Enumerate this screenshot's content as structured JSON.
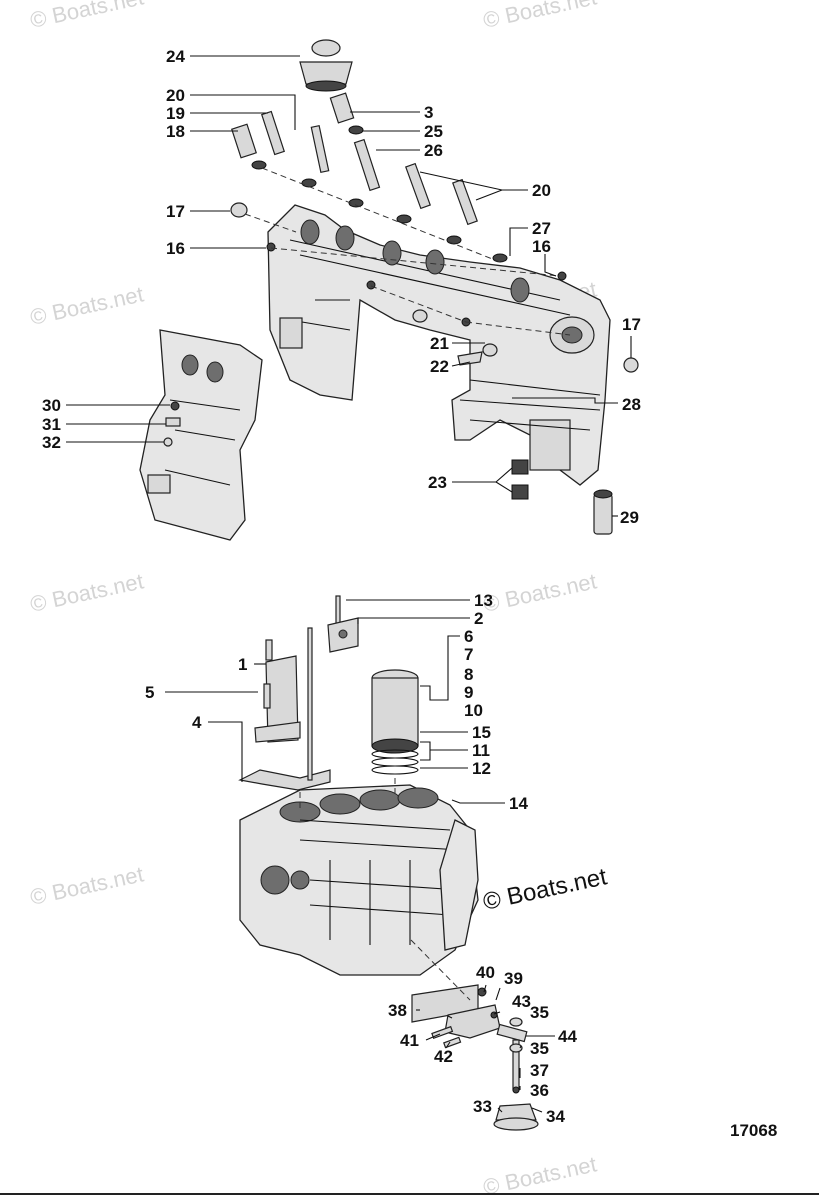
{
  "watermarks": [
    "© Boats.net",
    "© Boats.net",
    "© Boats.net",
    "© Boats.net",
    "© Boats.net",
    "© Boats.net",
    "© Boats.net",
    "© Boats.net"
  ],
  "copyright": "© Boats.net",
  "figure_number": "17068",
  "callouts": [
    "24",
    "20",
    "3",
    "19",
    "25",
    "18",
    "26",
    "20",
    "17",
    "27",
    "16",
    "16",
    "17",
    "21",
    "22",
    "28",
    "30",
    "31",
    "32",
    "23",
    "29",
    "13",
    "2",
    "1",
    "6",
    "7",
    "8",
    "9",
    "10",
    "5",
    "4",
    "15",
    "11",
    "12",
    "14",
    "40",
    "39",
    "38",
    "43",
    "35",
    "41",
    "44",
    "35",
    "42",
    "37",
    "36",
    "33",
    "34"
  ]
}
